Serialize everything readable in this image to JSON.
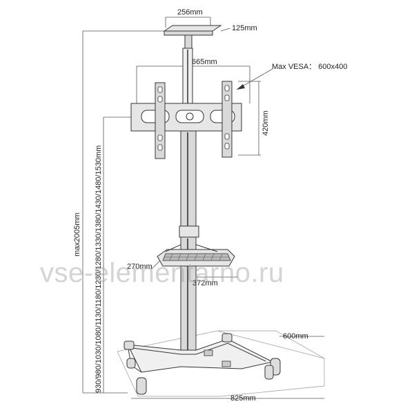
{
  "dimensions": {
    "top_plate_width": "256mm",
    "top_plate_depth": "125mm",
    "bracket_width": "665mm",
    "max_vesa": "Max VESA： 600x400",
    "bracket_height": "420mm",
    "max_height": "max2005mm",
    "height_options": "930/980/1030/1080/1130/1180/1230/1280/1330/1380/1430/1480/1530mm",
    "shelf_depth": "270mm",
    "shelf_width": "372mm",
    "base_depth": "600mm",
    "base_width": "825mm"
  },
  "watermark": "vse-elementarno.ru",
  "colors": {
    "line": "#333333",
    "thin_line": "#555555",
    "steel": "#d9d9d9",
    "plate": "#e6e6e6",
    "watermark": "#a0a0a0"
  }
}
